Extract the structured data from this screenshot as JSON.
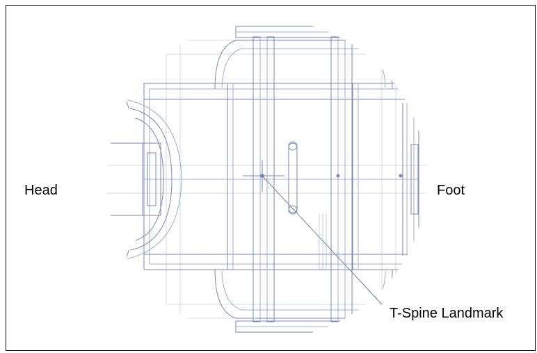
{
  "labels": {
    "head": "Head",
    "foot": "Foot",
    "t_spine": "T-Spine Landmark"
  },
  "colors": {
    "line": "#6f7fae",
    "light_line": "#aab4d0",
    "frame": "#000000",
    "text": "#000000"
  }
}
